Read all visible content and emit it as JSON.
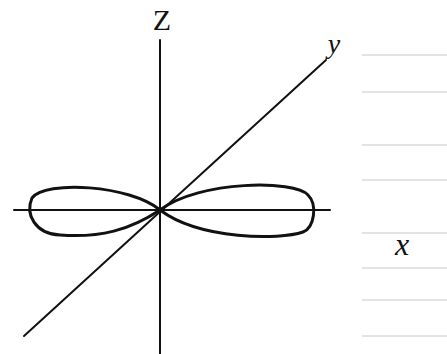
{
  "diagram": {
    "labels": [
      "Z",
      "y",
      "x"
    ]
  }
}
